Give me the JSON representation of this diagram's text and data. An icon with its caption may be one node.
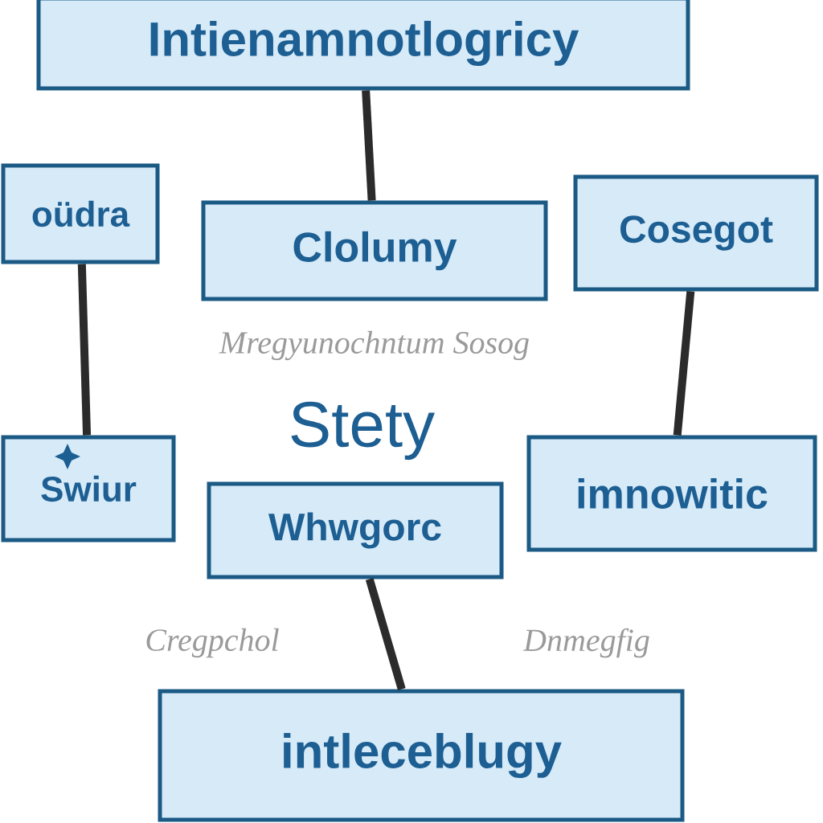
{
  "diagram": {
    "nodes": [
      {
        "text": [
          "Intienamnotlogricy"
        ]
      },
      {
        "text": [
          "oüdra"
        ]
      },
      {
        "text": [
          "Clolumy"
        ]
      },
      {
        "text": [
          "Cosegot"
        ]
      },
      {
        "text": [
          "Swiur"
        ]
      },
      {
        "text": [
          "Whwgorc"
        ]
      },
      {
        "text": [
          "imnowitic"
        ]
      },
      {
        "text": [
          "intleceblugy"
        ]
      }
    ],
    "edges": [
      {
        "from": 0,
        "to": 2,
        "arrow": "none"
      },
      {
        "from": 1,
        "to": 4,
        "arrow": "none"
      },
      {
        "from": 3,
        "to": 6,
        "arrow": "none"
      },
      {
        "from": 5,
        "to": 7,
        "arrow": "none"
      }
    ],
    "labels": [
      "Mregyunochntum Sosog",
      "Stety",
      "Cregpchol",
      "Dnmegfig"
    ]
  }
}
